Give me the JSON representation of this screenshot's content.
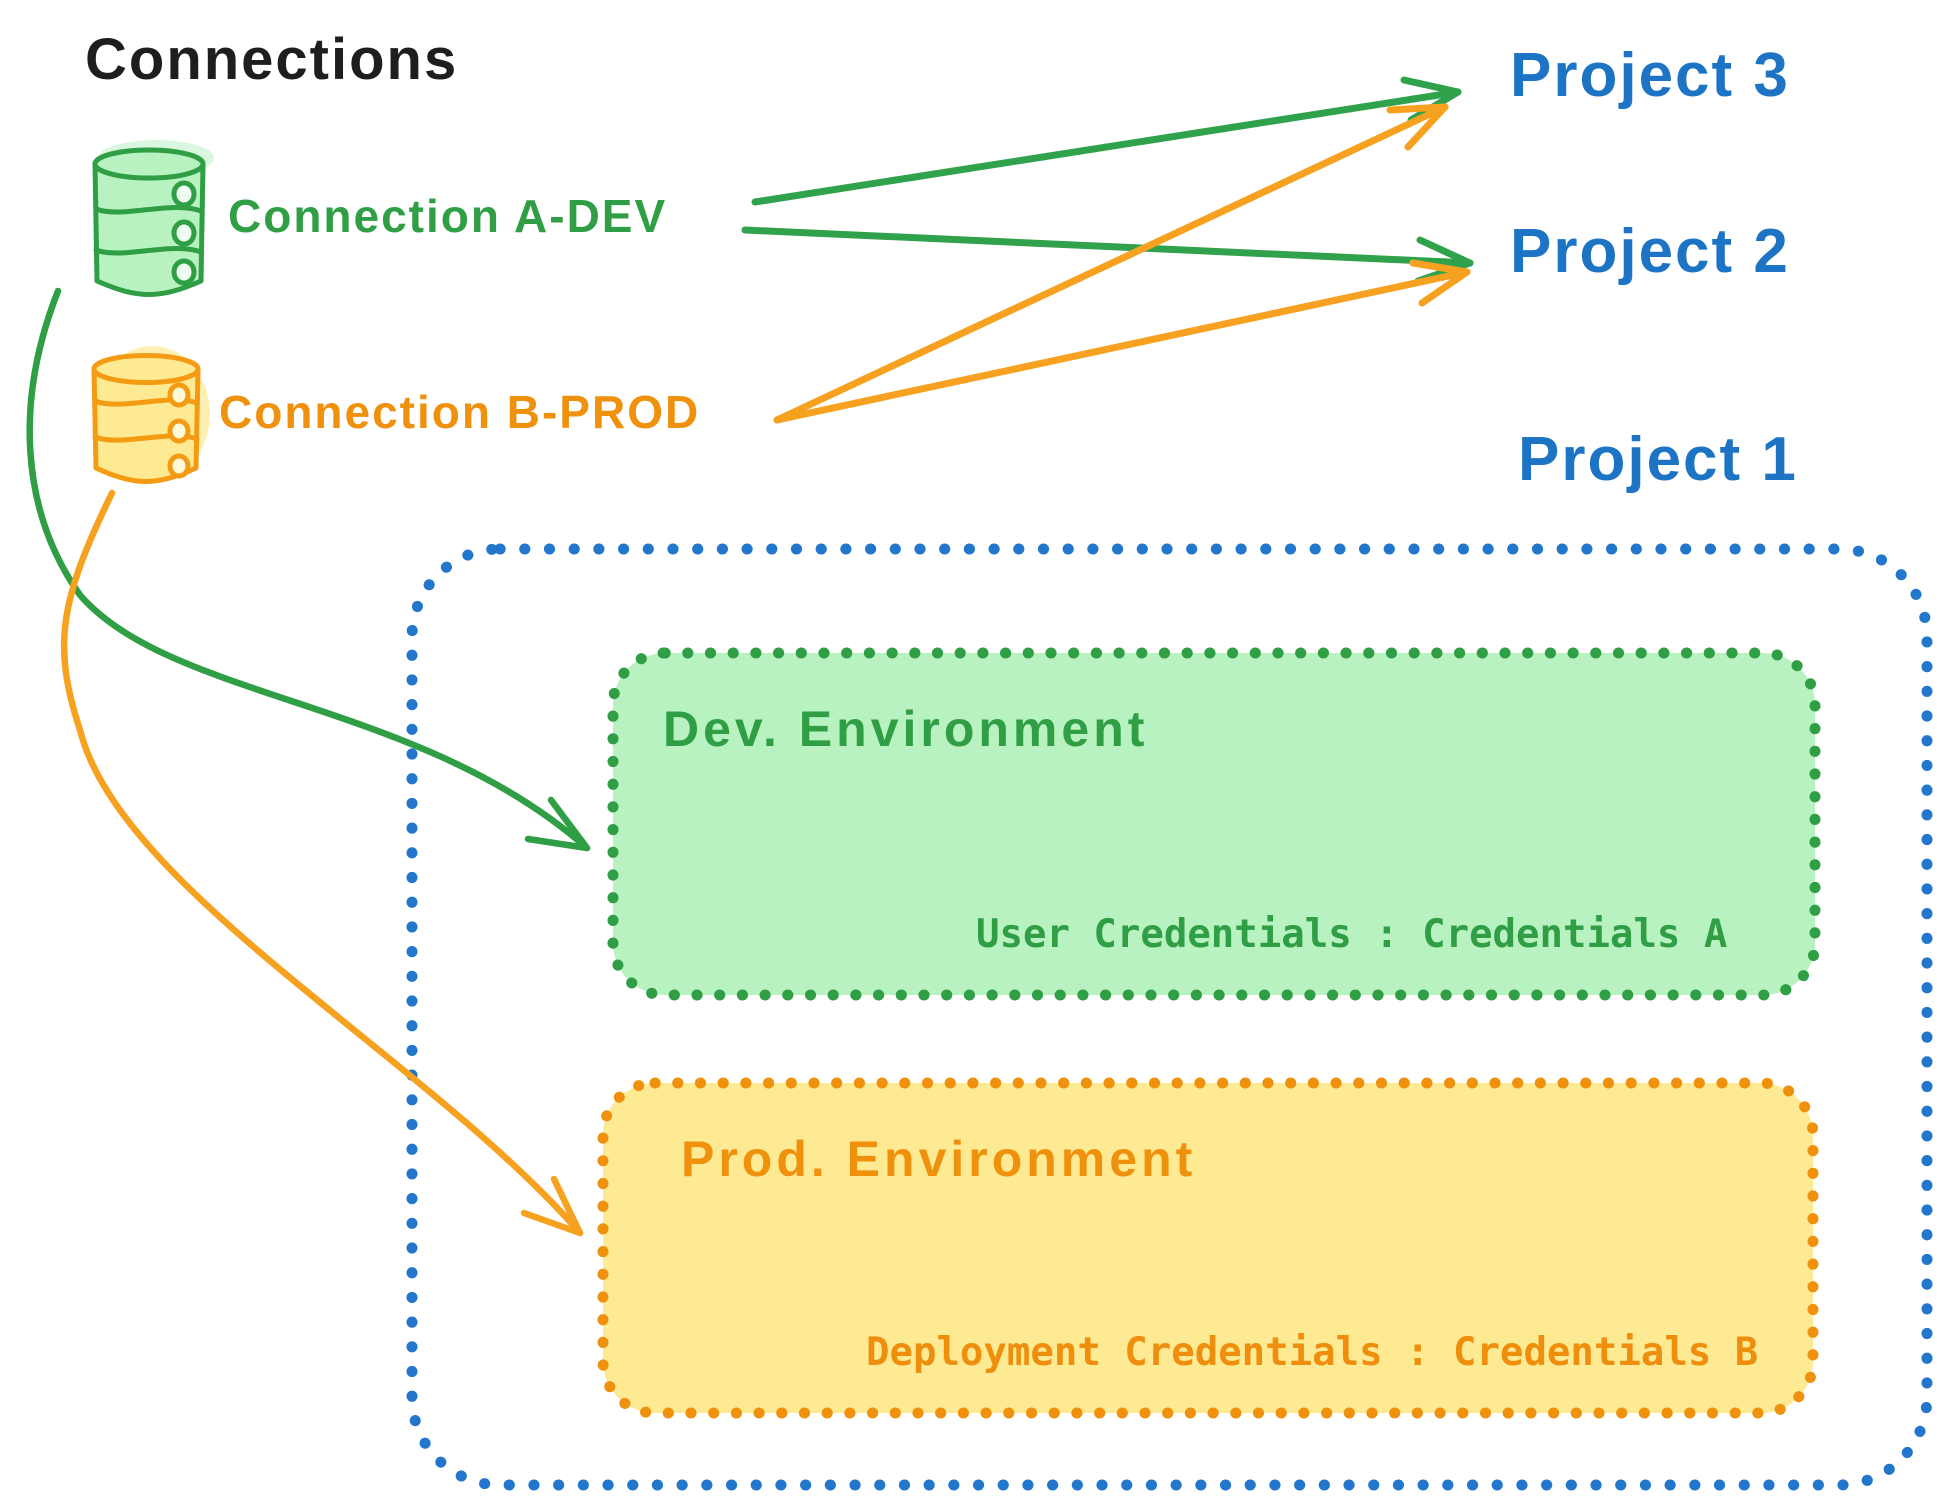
{
  "title": "Connections",
  "colors": {
    "text_black": "#1e1e1e",
    "green": "#2f9e44",
    "green_fill": "#b9f2c1",
    "orange": "#f0910e",
    "orange_arrow": "#f6a11f",
    "orange_fill": "#fdea92",
    "blue": "#1e74c4"
  },
  "connections": {
    "items": [
      {
        "label": "Connection A-DEV",
        "icon": "database-icon",
        "color": "#2f9e44"
      },
      {
        "label": "Connection B-PROD",
        "icon": "database-icon",
        "color": "#f0910e"
      }
    ]
  },
  "projects": [
    {
      "label": "Project 3"
    },
    {
      "label": "Project 2"
    },
    {
      "label": "Project 1"
    }
  ],
  "project1": {
    "environments": [
      {
        "title": "Dev. Environment",
        "credentials": "User Credentials : Credentials A"
      },
      {
        "title": "Prod. Environment",
        "credentials": "Deployment Credentials : Credentials B"
      }
    ]
  },
  "edges": [
    {
      "from": "Connection A-DEV",
      "to": "Project 3",
      "color": "green"
    },
    {
      "from": "Connection A-DEV",
      "to": "Project 2",
      "color": "green"
    },
    {
      "from": "Connection B-PROD",
      "to": "Project 3",
      "color": "orange"
    },
    {
      "from": "Connection B-PROD",
      "to": "Project 2",
      "color": "orange"
    },
    {
      "from": "Connection A-DEV",
      "to": "Dev. Environment",
      "color": "green"
    },
    {
      "from": "Connection B-PROD",
      "to": "Prod. Environment",
      "color": "orange"
    }
  ]
}
